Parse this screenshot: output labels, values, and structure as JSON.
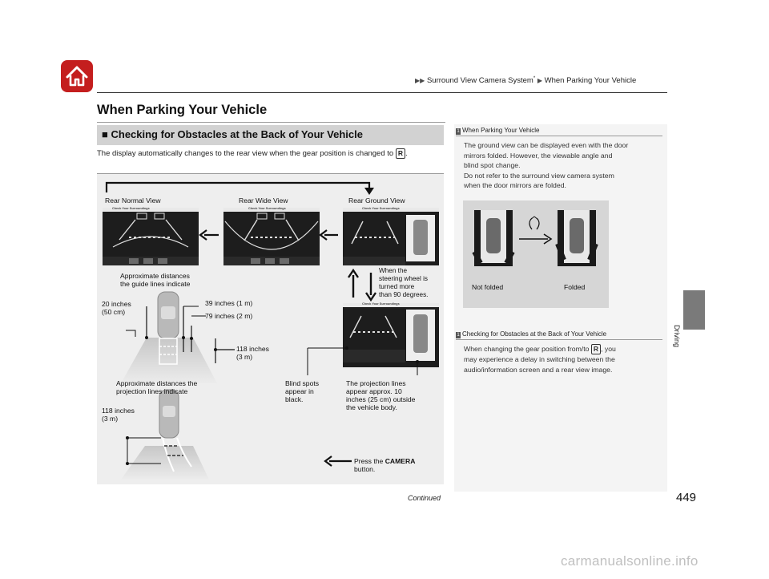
{
  "header": {
    "breadcrumb_part1": "Surround View Camera System",
    "breadcrumb_star": "*",
    "breadcrumb_part2": "When Parking Your Vehicle"
  },
  "page_title": "When Parking Your Vehicle",
  "section": {
    "title": "Checking for Obstacles at the Back of Your Vehicle",
    "body_before_key": "The display automatically changes to the rear view when the gear position is changed to",
    "key": "R",
    "body_after_key": "."
  },
  "diagram": {
    "view_labels": [
      "Rear Normal View",
      "Rear Wide View",
      "Rear Ground View"
    ],
    "screen_banner": "Check Your Surroundings",
    "approx_guide": [
      "Approximate distances",
      "the guide lines indicate"
    ],
    "steering_note": [
      "When the",
      "steering wheel is",
      "turned more",
      "than 90 degrees."
    ],
    "dist_20": [
      "20 inches",
      "(50 cm)"
    ],
    "dist_39": "39 inches (1 m)",
    "dist_79": "79 inches (2 m)",
    "dist_118a": [
      "118 inches",
      "(3 m)"
    ],
    "approx_projection": [
      "Approximate distances the",
      "projection lines indicate"
    ],
    "blind_spots": [
      "Blind spots",
      "appear in",
      "black."
    ],
    "projection_note": [
      "The projection lines",
      "appear approx. 10",
      "inches (25 cm) outside",
      "the vehicle body."
    ],
    "dist_118b": [
      "118 inches",
      "(3 m)"
    ],
    "press_camera_prefix": "Press the",
    "press_camera_bold": "CAMERA",
    "press_camera_suffix": "button."
  },
  "side_notes": {
    "note1_icon": "1",
    "note1_head": "When Parking Your Vehicle",
    "note1_lines": [
      "The ground view can be displayed even with the door",
      "mirrors folded. However, the viewable angle and",
      "blind spot change.",
      "Do not refer to the surround view camera system",
      "when the door mirrors are folded."
    ],
    "mirror_not_folded": "Not folded",
    "mirror_folded": "Folded",
    "note2_icon": "1",
    "note2_head": "Checking for Obstacles at the Back of Your Vehicle",
    "note2_line1_before_key": "When changing the gear position from/to",
    "note2_key": "R",
    "note2_line1_after_key": ", you",
    "note2_lines": [
      "may experience a delay in switching between the",
      "audio/information screen and a rear view image."
    ]
  },
  "right_tab": "Driving",
  "footer": {
    "continued": "Continued",
    "page_number": "449",
    "watermark": "carmanualsonline.info"
  },
  "colors": {
    "home_button": "#c41e1e",
    "section_bar": "#d2d2d2",
    "side_panel": "#f4f4f4",
    "diagram_bg": "#eeeeee",
    "tab_gray": "#7a7a7a"
  }
}
